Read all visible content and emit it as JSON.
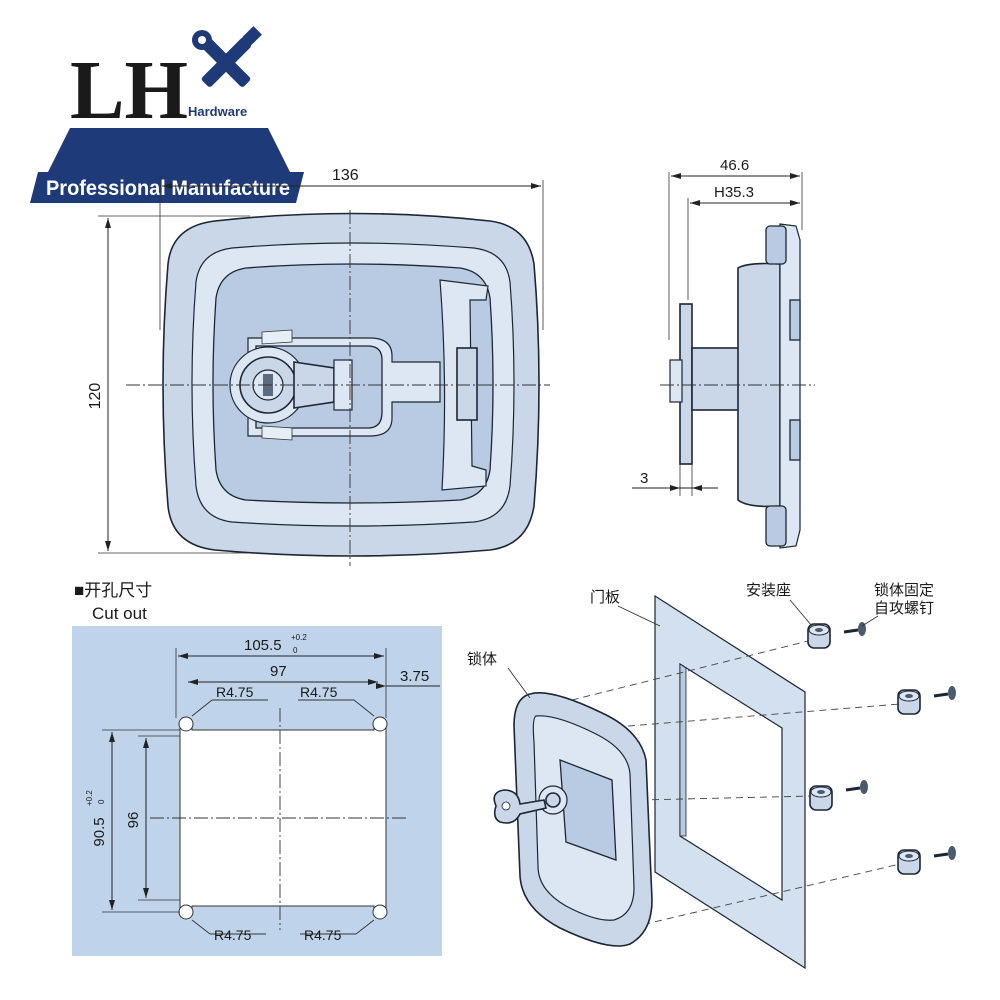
{
  "brand": {
    "logo_letters": "LH",
    "logo_sub": "Hardware",
    "tagline": "Professional Manufacture",
    "colors": {
      "navy": "#1e3a78",
      "tagline_bg": "#1e3a78",
      "tagline_text": "#ffffff",
      "part_fill": "#c9d7e9",
      "cutout_bg": "#bfd4ea"
    }
  },
  "front_view": {
    "width_dim": "136",
    "height_dim": "120"
  },
  "side_view": {
    "depth_dim": "46.6",
    "h_dim": "H35.3",
    "plate_dim": "3"
  },
  "cutout": {
    "title_cn": "■开孔尺寸",
    "title_en": "Cut out",
    "width_outer": "105.5",
    "width_outer_tol_top": "+0.2",
    "width_outer_tol_bottom": "0",
    "width_inner": "97",
    "offset": "3.75",
    "height_outer": "90.5",
    "height_outer_tol_top": "+0.2",
    "height_outer_tol_bottom": "0",
    "height_inner": "96",
    "radius_top_left": "R4.75",
    "radius_top_right": "R4.75",
    "radius_bottom_left": "R4.75",
    "radius_bottom_right": "R4.75"
  },
  "exploded_view": {
    "label_door_panel": "门板",
    "label_lock_body": "锁体",
    "label_mount_seat": "安装座",
    "label_screw_line1": "锁体固定",
    "label_screw_line2": "自攻螺钉"
  }
}
